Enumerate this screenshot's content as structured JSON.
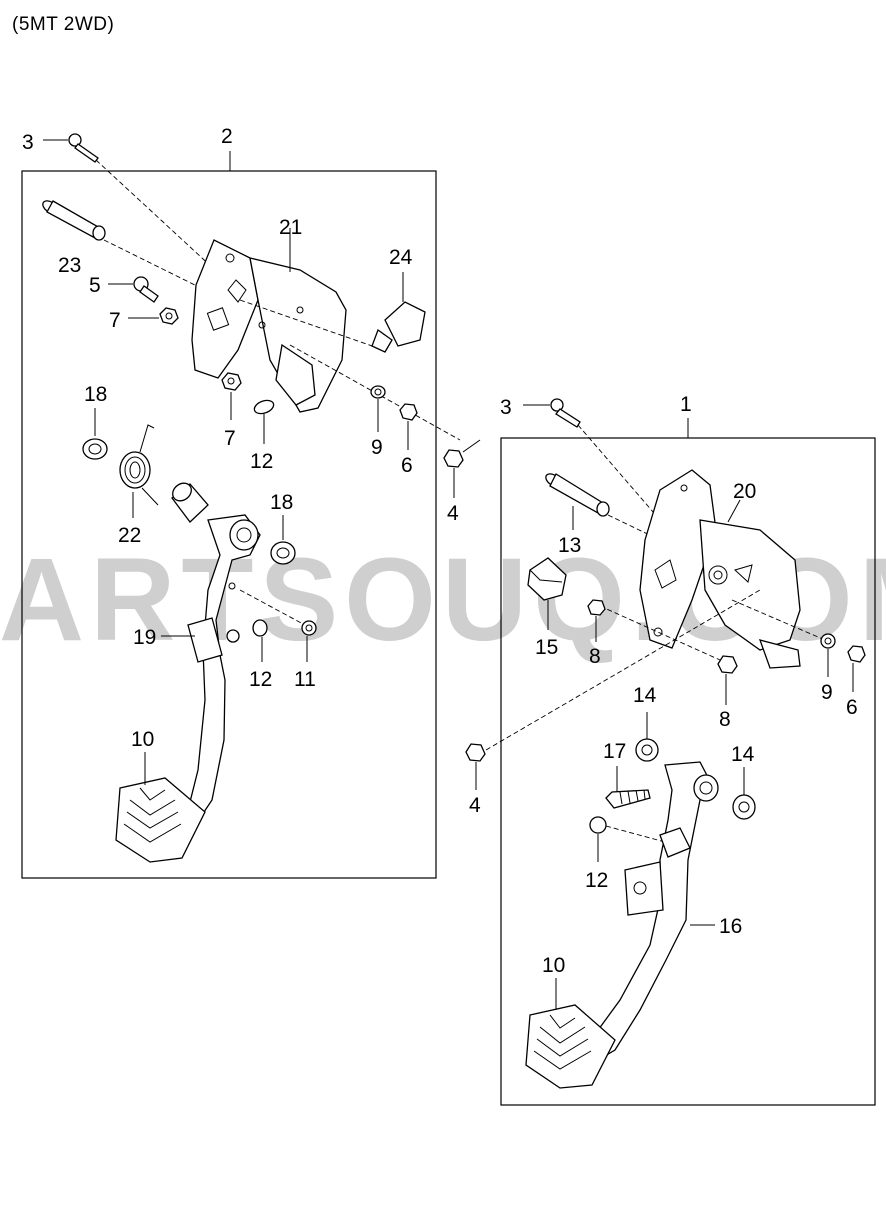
{
  "header_note": "(5MT 2WD)",
  "watermark": "PARTSOUQ.COM",
  "callouts_left": {
    "c3": "3",
    "c2": "2",
    "c23": "23",
    "c21": "21",
    "c24": "24",
    "c5": "5",
    "c7a": "7",
    "c7b": "7",
    "c12a": "12",
    "c9": "9",
    "c6": "6",
    "c4": "4",
    "c18a": "18",
    "c22": "22",
    "c18b": "18",
    "c19": "19",
    "c12b": "12",
    "c11": "11",
    "c10": "10"
  },
  "callouts_right": {
    "c3": "3",
    "c1": "1",
    "c20": "20",
    "c13": "13",
    "c15": "15",
    "c8a": "8",
    "c8b": "8",
    "c9": "9",
    "c6": "6",
    "c4": "4",
    "c14a": "14",
    "c14b": "14",
    "c17": "17",
    "c12": "12",
    "c16": "16",
    "c10": "10"
  }
}
